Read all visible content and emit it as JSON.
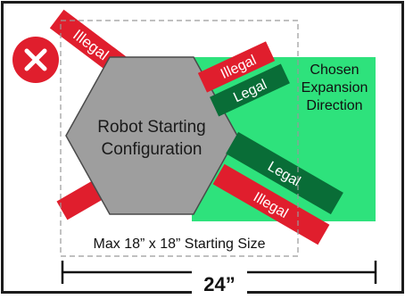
{
  "diagram": {
    "labels": {
      "illegal_top": "Illegal",
      "illegal_upper_right": "Illegal",
      "legal_upper": "Legal",
      "legal_lower": "Legal",
      "illegal_lower": "Illegal",
      "robot_line1": "Robot Starting",
      "robot_line2": "Configuration",
      "expansion_line1": "Chosen",
      "expansion_line2": "Expansion",
      "expansion_line3": "Direction",
      "max_size": "Max 18” x 18” Starting Size",
      "width": "24”"
    },
    "icons": {
      "marker": "close-icon"
    },
    "colors": {
      "legal_zone": "#2ee27c",
      "legal_arm": "#096d37",
      "illegal_arm": "#e01e2d",
      "robot": "#9e9e9e",
      "frame": "#1c1c1c",
      "dashed_box": "#9a9a9a"
    }
  }
}
